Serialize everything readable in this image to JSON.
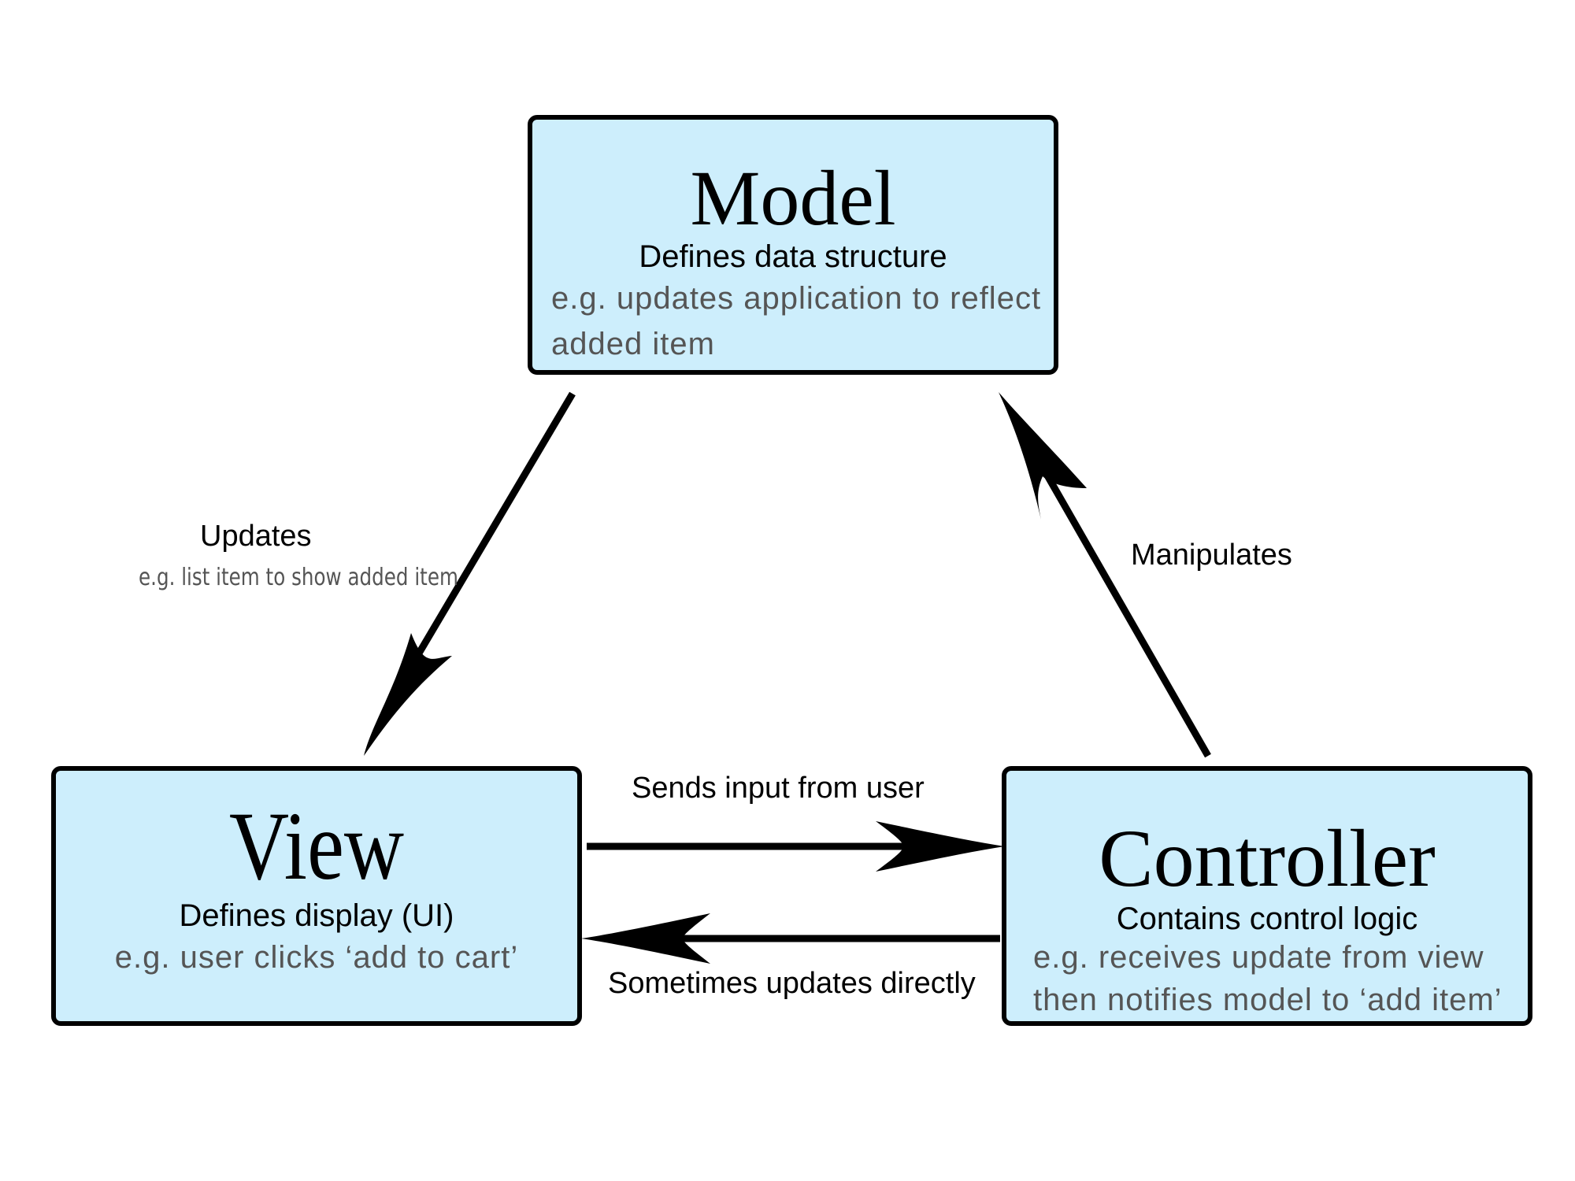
{
  "diagram": {
    "model": {
      "title": "Model",
      "description": "Defines data structure",
      "example_line1": "e.g. updates application to reflect",
      "example_line2": "added item"
    },
    "view": {
      "title": "View",
      "description": "Defines display (UI)",
      "example": "e.g. user clicks ‘add to cart’"
    },
    "controller": {
      "title": "Controller",
      "description": "Contains control logic",
      "example_line1": "e.g. receives update from view",
      "example_line2": "then notifies model to ‘add item’"
    },
    "edges": {
      "model_to_view": {
        "label": "Updates",
        "example": "e.g. list item to show added item"
      },
      "controller_to_model": {
        "label": "Manipulates"
      },
      "view_to_controller": {
        "label": "Sends input from user"
      },
      "controller_to_view": {
        "label": "Sometimes updates directly"
      }
    },
    "colors": {
      "box_fill": "#cdeefc",
      "box_border": "#000000",
      "example_text": "#555555",
      "arrow": "#000000"
    }
  }
}
